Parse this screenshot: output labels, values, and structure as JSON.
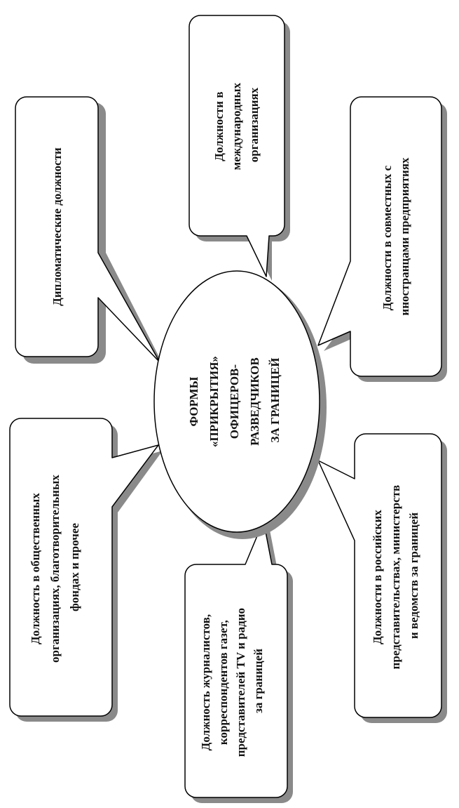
{
  "center": {
    "lines": [
      "ФОРМЫ",
      "«ПРИКРЫТИЯ»",
      "ОФИЦЕРОВ-",
      "РАЗВЕДЧИКОВ",
      "ЗА ГРАНИЦЕЙ"
    ]
  },
  "boxes": [
    {
      "id": "diplomatic",
      "lines": [
        "Дипломатические должности"
      ]
    },
    {
      "id": "international",
      "lines": [
        "Должности в",
        "международных",
        "организациях"
      ]
    },
    {
      "id": "joint",
      "lines": [
        "Должности в совместных с",
        "иностранцами предприятиях"
      ]
    },
    {
      "id": "public",
      "lines": [
        "Должность в общественных",
        "организациях, благотворительных",
        "фондах и прочее"
      ]
    },
    {
      "id": "journalists",
      "lines": [
        "Должность журналистов,",
        "корреспондентов газет,",
        "представителей TV и радио",
        "за границей"
      ]
    },
    {
      "id": "russian",
      "lines": [
        "Должности в российских",
        "представительствах, министерств",
        "и ведомств за границей"
      ]
    }
  ]
}
